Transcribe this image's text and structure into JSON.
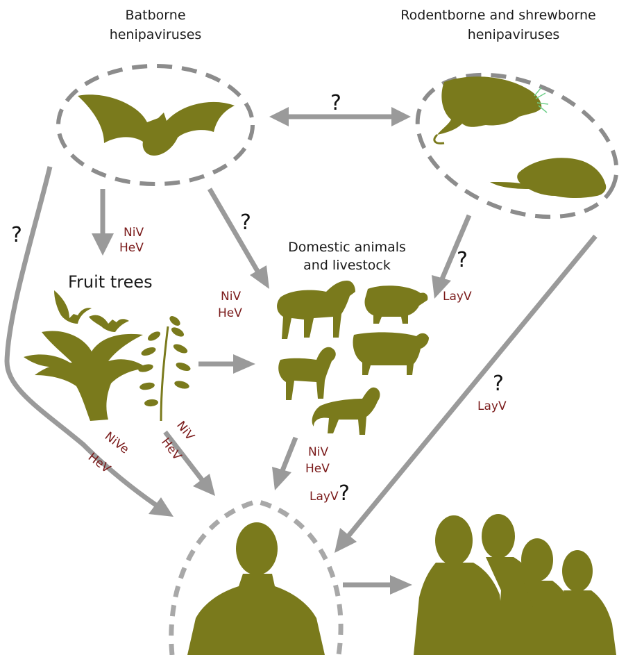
{
  "labels": {
    "batborne_line1": "Batborne",
    "batborne_line2": "henipaviruses",
    "rodent_line1": "Rodentborne and shrewborne",
    "rodent_line2": "henipaviruses",
    "fruit_trees": "Fruit trees",
    "domestic_line1": "Domestic animals",
    "domestic_line2": "and livestock"
  },
  "viruses": {
    "bat_to_trees_1": "NiV",
    "bat_to_trees_2": "HeV",
    "bat_to_domestic_1": "NiV",
    "bat_to_domestic_2": "HeV",
    "rodent_to_domestic": "LayV",
    "rodent_to_human": "LayV",
    "trees_to_human_1": "NiV",
    "trees_to_human_2": "HeV",
    "bat_to_human_1": "NiVe",
    "bat_to_human_2": "HeV",
    "domestic_to_human_1": "NiV",
    "domestic_to_human_2": "HeV",
    "domestic_to_human_3": "LayV"
  },
  "questions": {
    "bat_rodent": "?",
    "bat_domestic": "?",
    "bat_human": "?",
    "rodent_domestic": "?",
    "rodent_human": "?",
    "domestic_human": "?"
  },
  "colors": {
    "silhouette": "#7a7a1c",
    "arrow": "#9a9a9a",
    "virus_text": "#7a1a1a"
  },
  "icons": [
    "bat-icon",
    "shrew-icon",
    "rat-icon",
    "bat-small-icon",
    "palm-tree-icon",
    "leafy-branch-icon",
    "horse-icon",
    "pig-icon",
    "goat-icon",
    "cow-icon",
    "dog-icon",
    "human-icon",
    "human-group-icon"
  ]
}
